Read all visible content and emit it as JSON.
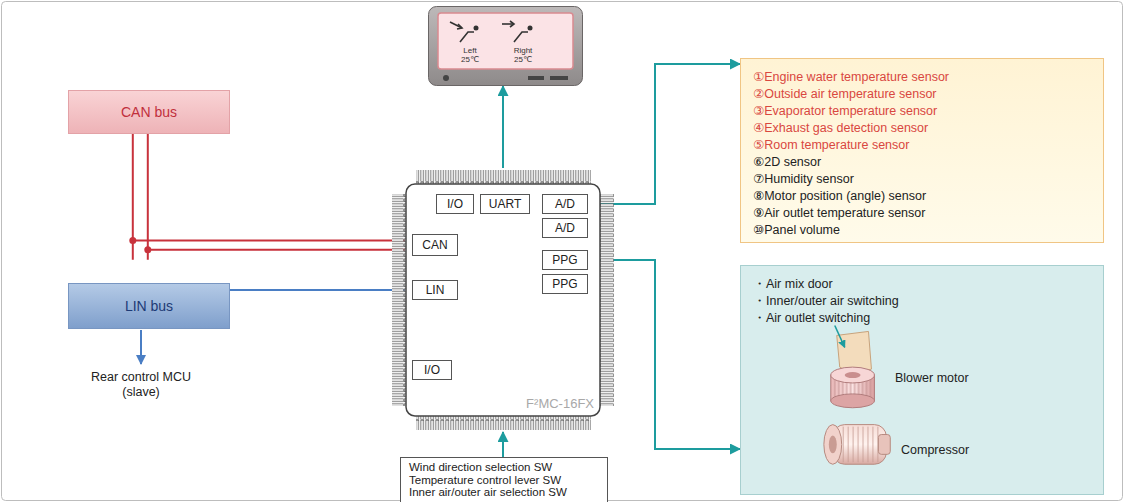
{
  "diagram": {
    "nodes": [
      {
        "text": [
          "CAN bus"
        ]
      },
      {
        "text": [
          "LIN bus"
        ]
      },
      {
        "text": [
          "Left 25℃",
          "Right 25℃"
        ]
      },
      {
        "text": [
          "F²MC-16FX"
        ]
      },
      {
        "text": [
          "I/O"
        ],
        "in": 3
      },
      {
        "text": [
          "UART"
        ],
        "in": 3
      },
      {
        "text": [
          "A/D"
        ],
        "in": 3
      },
      {
        "text": [
          "A/D"
        ],
        "in": 3
      },
      {
        "text": [
          "CAN"
        ],
        "in": 3
      },
      {
        "text": [
          "PPG"
        ],
        "in": 3
      },
      {
        "text": [
          "LIN"
        ],
        "in": 3
      },
      {
        "text": [
          "PPG"
        ],
        "in": 3
      },
      {
        "text": [
          "I/O"
        ],
        "in": 3
      },
      {
        "text": [
          "①Engine water temperature sensor",
          "②Outside air temperature sensor",
          "③Evaporator temperature sensor",
          "④Exhaust gas detection sensor",
          "⑤Room temperature sensor",
          "⑥2D sensor",
          "⑦Humidity sensor",
          "⑧Motor position (angle) sensor",
          "⑨Air outlet temperature sensor",
          "⑩Panel volume"
        ]
      },
      {
        "text": [
          "・Air mix door",
          "・Inner/outer air switching",
          "・Air outlet switching",
          "Blower motor",
          "Compressor"
        ]
      },
      {
        "text": [
          "Wind direction selection SW",
          "Temperature control lever SW",
          "Inner air/outer air selection SW"
        ]
      }
    ],
    "edges": [
      {
        "from": 3,
        "to": 2,
        "arrow": "to"
      },
      {
        "from": 0,
        "to": 8,
        "arrow": "none"
      },
      {
        "from": 1,
        "to": 10,
        "arrow": "none"
      },
      {
        "from": 6,
        "to": 13,
        "arrow": "to"
      },
      {
        "from": 9,
        "to": 14,
        "arrow": "to"
      },
      {
        "from": 15,
        "to": 3,
        "arrow": "to"
      }
    ],
    "labels": [
      "Rear control MCU (slave)"
    ]
  }
}
